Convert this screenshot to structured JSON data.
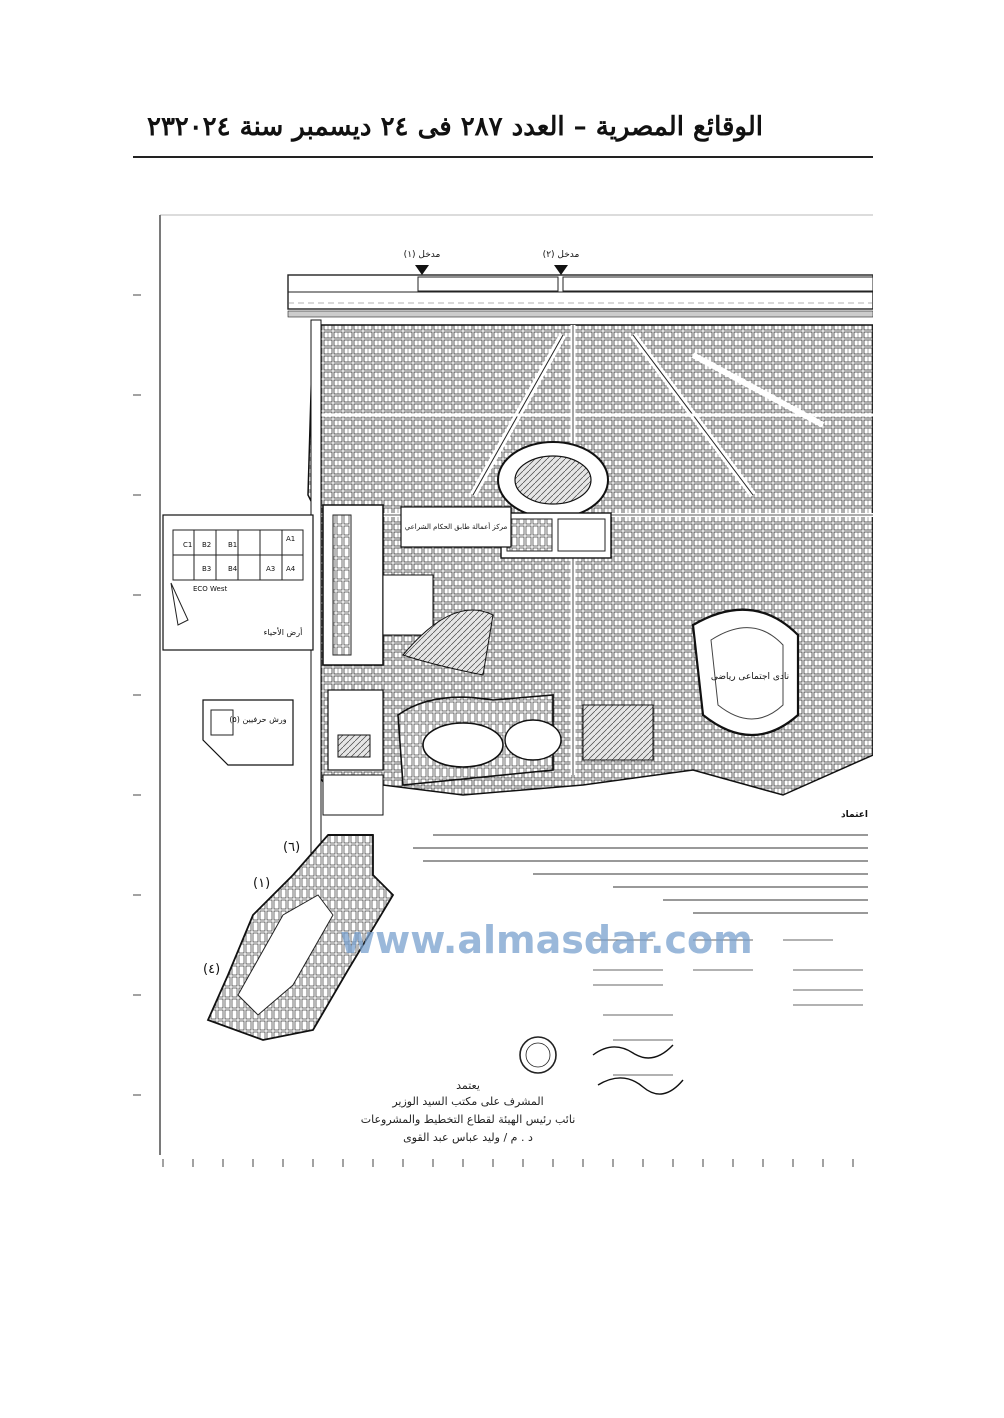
{
  "header": {
    "title": "الوقائع المصرية – العدد ٢٨٧ فى ٢٤ ديسمبر سنة ٢٠٢٤",
    "page_number": "٢٣"
  },
  "map": {
    "entrances": [
      "مدخل (١)",
      "مدخل (٢)"
    ],
    "labels": {
      "plot_a": "مركز أعمالة طابق الحكام الشراعي",
      "club": "نادى اجتماعى رياضى",
      "land_strip": "أرض الأحياء",
      "eco": "ECO West",
      "workshops": "ورش حرفيين (٥)"
    },
    "key_cells": [
      "C1",
      "B2",
      "B1",
      "A1",
      "B3",
      "B4",
      "A3",
      "A4"
    ],
    "parcel_numbers": [
      "(٦)",
      "(١)",
      "(٤)"
    ]
  },
  "approval": {
    "heading": "اعتماد",
    "signature_block": [
      "يعتمد",
      "المشرف على مكتب السيد الوزير",
      "نائب رئيس الهيئة لقطاع التخطيط والمشروعات",
      "د . م / وليد عباس عبد القوى"
    ]
  },
  "watermark": {
    "url": "www.almasdar.com"
  },
  "colors": {
    "ink": "#1a1a1a",
    "watermark": "#7aa2cf"
  }
}
